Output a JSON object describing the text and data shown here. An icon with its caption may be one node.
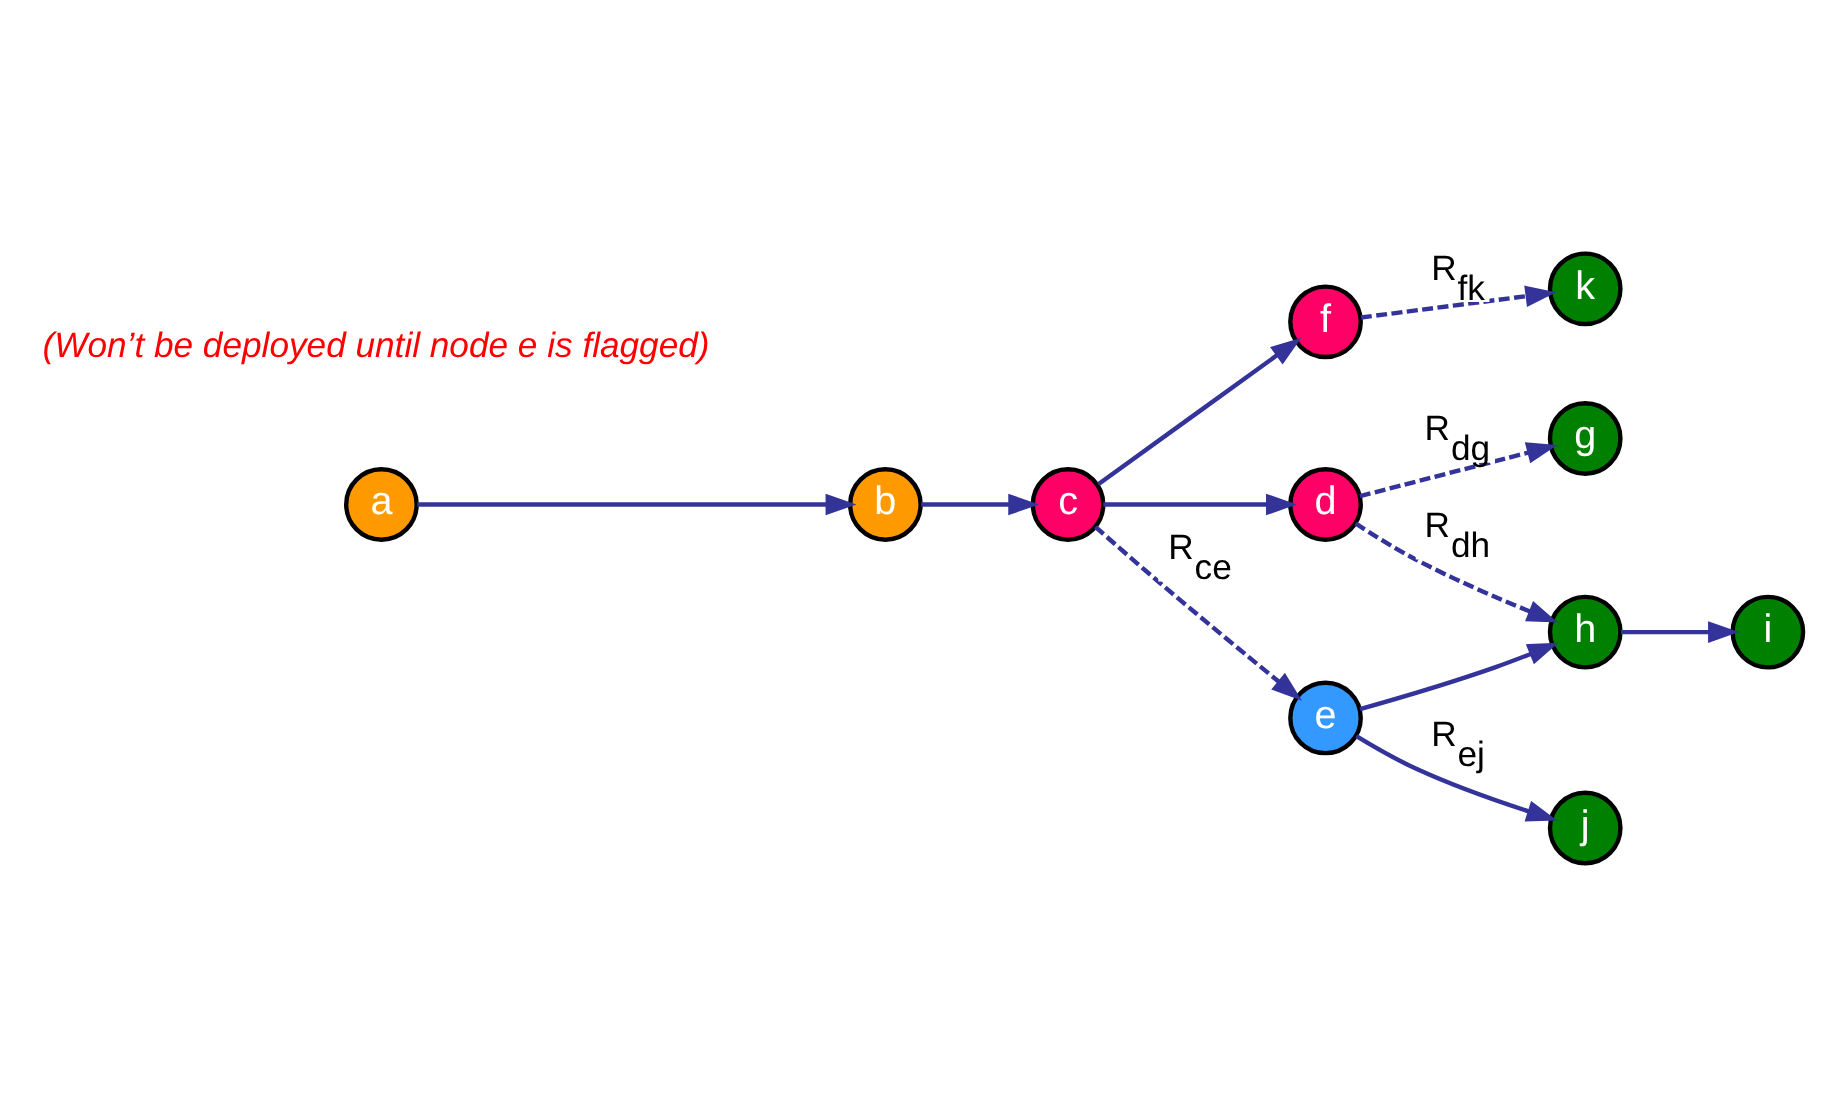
{
  "diagram": {
    "nodes": [
      {
        "text": [
          "a"
        ]
      },
      {
        "text": [
          "b"
        ]
      },
      {
        "text": [
          "c"
        ]
      },
      {
        "text": [
          "f"
        ]
      },
      {
        "text": [
          "k"
        ]
      },
      {
        "text": [
          "d"
        ]
      },
      {
        "text": [
          "g"
        ]
      },
      {
        "text": [
          "h"
        ]
      },
      {
        "text": [
          "i"
        ]
      },
      {
        "text": [
          "e"
        ]
      },
      {
        "text": [
          "j"
        ]
      }
    ],
    "edges": [
      {
        "from": 0,
        "to": 1,
        "arrow": "to"
      },
      {
        "from": 1,
        "to": 2,
        "arrow": "to"
      },
      {
        "from": 2,
        "to": 3,
        "arrow": "to"
      },
      {
        "from": 3,
        "to": 4,
        "arrow": "to",
        "style": "dashed",
        "label": "R$_{fk}$"
      },
      {
        "from": 2,
        "to": 5,
        "arrow": "to"
      },
      {
        "from": 5,
        "to": 6,
        "arrow": "to",
        "style": "dashed",
        "label": "R$_{dg}$"
      },
      {
        "from": 5,
        "to": 7,
        "arrow": "to",
        "style": "dashed",
        "label": "R$_{dh}$"
      },
      {
        "from": 7,
        "to": 8,
        "arrow": "to"
      },
      {
        "from": 2,
        "to": 9,
        "arrow": "to",
        "style": "dashed",
        "label": "R$_{ce}$"
      },
      {
        "from": 9,
        "to": 7,
        "arrow": "to"
      },
      {
        "from": 9,
        "to": 10,
        "arrow": "to",
        "label": "R$_{ej}$"
      }
    ],
    "labels": [
      "(Won’t be deployed until node e is flagged)"
    ]
  }
}
